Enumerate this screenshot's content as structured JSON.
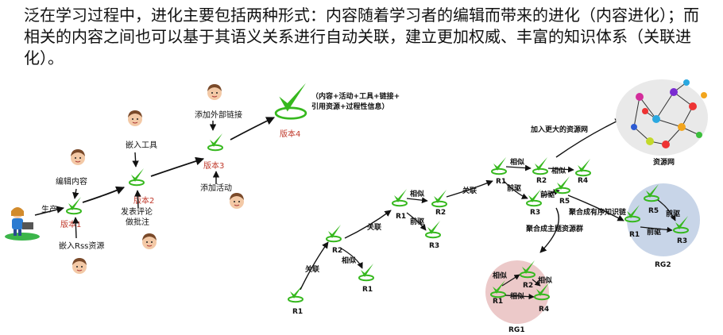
{
  "intro_text": "泛在学习过程中，进化主要包括两种形式：内容随着学习者的编辑而带来的进化（内容进化）；而相关的内容之间也可以基于其语义关系进行自动关联，建立更加权威、丰富的知识体系（关联进化）。",
  "content_evolution": {
    "produce": "生产",
    "v1": "版本1",
    "v2": "版本2",
    "v3": "版本3",
    "v4": "版本4",
    "edit_content": "编辑内容",
    "embed_rss": "嵌入Rss资源",
    "embed_tool": "嵌入工具",
    "comment": "发表评论",
    "annotate": "做批注",
    "add_external_link": "添加外部链接",
    "add_activity": "添加活动",
    "v4_desc_line1": "（内容+活动+工具+链接+",
    "v4_desc_line2": "引用资源+过程性信息）"
  },
  "association_evolution": {
    "r1": "R1",
    "r2": "R2",
    "r3": "R3",
    "r4": "R4",
    "r5": "R5",
    "assoc": "关联",
    "similar": "相似",
    "prereq": "前驱",
    "join_larger_net": "加入更大的资源网",
    "resource_net": "资源网",
    "aggregate_topic": "聚合成主题资源群",
    "aggregate_ordered": "聚合成有序知识链",
    "rg1": "RG1",
    "rg2": "RG2"
  },
  "colors": {
    "check_green": "#36b81e",
    "version_red": "#c0392b",
    "rg1_fill": "#ecc9c9",
    "rg2_fill": "#c8d5e8",
    "resource_net_fill": "#e9e9e9"
  },
  "icons": {
    "check": "check-icon",
    "person": "person-icon",
    "network": "network-icon"
  }
}
